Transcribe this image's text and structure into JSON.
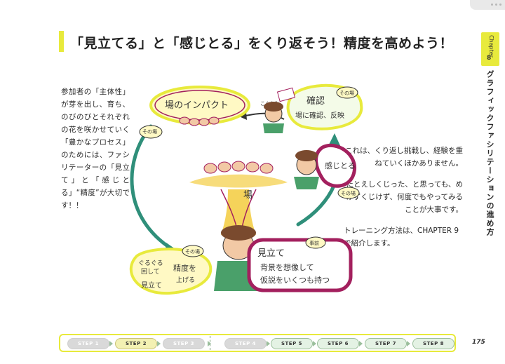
{
  "title": "「見立てる」と「感じとる」をくり返そう！精度を高めよう！",
  "chapter": {
    "label": "Chapter",
    "number": "8",
    "title": "グラフィックファシリテーションの進め方"
  },
  "left_text": "参加者の「主体性」が芽を出し、育ち、のびのびとそれぞれの花を咲かせていく「豊かなプロセス」のためには、ファシリテーターの「見立て」と「感じとる」“精度”が大切です！！",
  "right_text": {
    "p1": "これは、くり返し挑戦し、経験を重ねていくほかありません。",
    "p2": "たとえしくじった、と思っても、めげずくじけず、何度でもやってみることが大事です。",
    "p3": "トレーニング方法は、CHAPTER 9 で紹介します。"
  },
  "illustration": {
    "bubble_top_left": "場のインパクト",
    "tag_top_left": "その場",
    "bubble_top_right_l1": "確認",
    "bubble_top_right_l2": "場に確認、反映",
    "tag_top_right": "その場",
    "tag_check": "こんな？",
    "bubble_right": "感じとる",
    "tag_right": "その場",
    "center_label": "場",
    "bubble_bottom_right_l1": "見立て",
    "bubble_bottom_right_l2": "背景を想像して",
    "bubble_bottom_right_l3": "仮説をいくつも持つ",
    "tag_bottom_right": "事前",
    "bubble_bottom_left_l1": "ぐるぐる",
    "bubble_bottom_left_l2": "回して",
    "bubble_bottom_left_l3": "精度を",
    "bubble_bottom_left_l4": "上げる",
    "bubble_bottom_left_l5": "見立て",
    "tag_bottom_left": "その場"
  },
  "steps": [
    {
      "label": "STEP 1",
      "state": "past"
    },
    {
      "label": "STEP 2",
      "state": "current"
    },
    {
      "label": "STEP 3",
      "state": "past"
    },
    {
      "label": "STEP 4",
      "state": "past"
    },
    {
      "label": "STEP 5",
      "state": "future"
    },
    {
      "label": "STEP 6",
      "state": "future"
    },
    {
      "label": "STEP 7",
      "state": "future"
    },
    {
      "label": "STEP 8",
      "state": "future"
    }
  ],
  "page_number": "175",
  "colors": {
    "accent_yellow": "#e8ea3c",
    "arrow_green": "#2f8f7a",
    "magenta": "#a3205e",
    "skin": "#f2c9a5",
    "hair": "#7a4a2e",
    "shirt_green": "#4aa06a"
  }
}
